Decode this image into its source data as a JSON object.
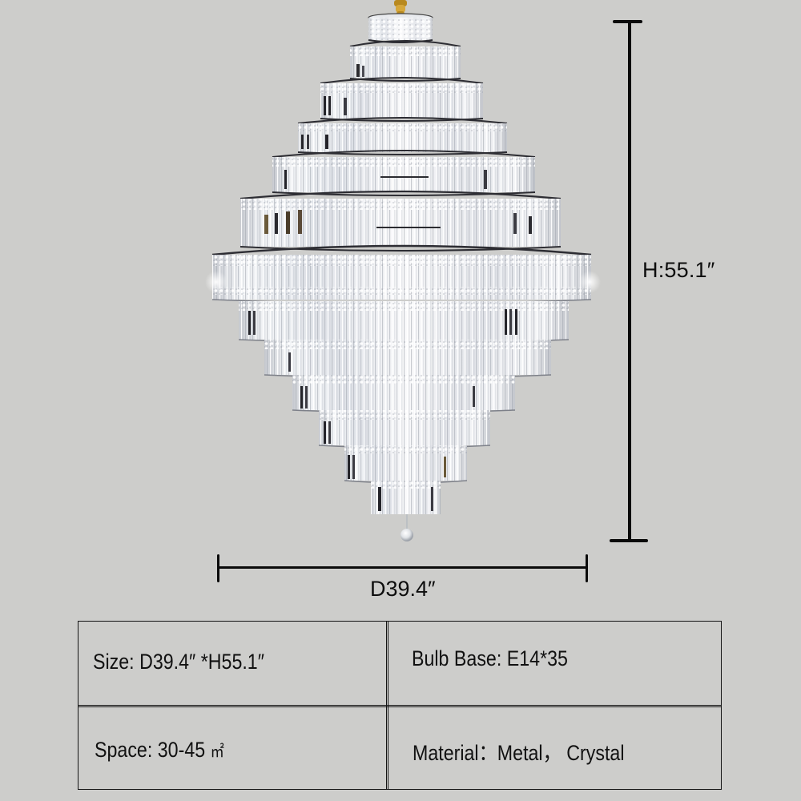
{
  "product": {
    "type": "crystal chandelier",
    "image_name": "tiered-crystal-chandelier"
  },
  "dimensions": {
    "height_label": "H:55.1″",
    "diameter_label": "D39.4″"
  },
  "spec_table": {
    "rows": [
      {
        "left": {
          "label": "Size:",
          "value": "D39.4″  *H55.1″"
        },
        "right": {
          "label": "Bulb Base:",
          "value": "E14*35"
        }
      },
      {
        "left": {
          "label": "Space:",
          "value": "30-45",
          "unit": "㎡"
        },
        "right": {
          "label": "Material：",
          "value": "Metal， Crystal"
        }
      }
    ]
  },
  "colors": {
    "background": "#cdcdcb",
    "lines": "#0a0a0a",
    "crystal_highlight": "#ffffff",
    "crystal_shadow": "#3a3a3e",
    "chain_gold": "#c89a2a"
  }
}
